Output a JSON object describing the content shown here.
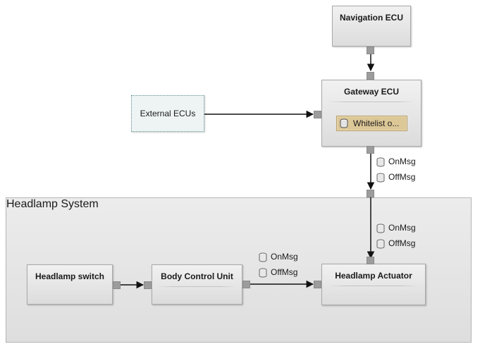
{
  "system": {
    "title": "Headlamp System"
  },
  "blocks": {
    "navigation_ecu": "Navigation ECU",
    "gateway_ecu": "Gateway ECU",
    "headlamp_switch": "Headlamp switch",
    "body_control_unit": "Body Control Unit",
    "headlamp_actuator": "Headlamp Actuator"
  },
  "external": {
    "label": "External ECUs"
  },
  "gateway_chip": {
    "label": "Whitelist o..."
  },
  "messages": {
    "gateway_out": [
      "OnMsg",
      "OffMsg"
    ],
    "system_in": [
      "OnMsg",
      "OffMsg"
    ],
    "bcu_out": [
      "OnMsg",
      "OffMsg"
    ]
  },
  "icons": {
    "message": "database-cylinder-icon",
    "port": "port-square-icon",
    "arrow": "arrowhead-icon"
  }
}
